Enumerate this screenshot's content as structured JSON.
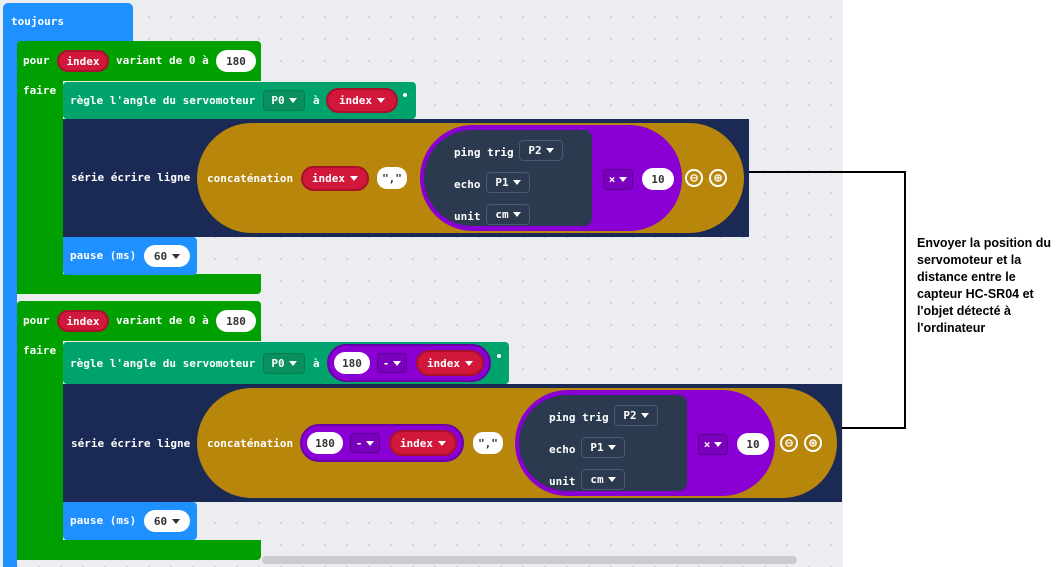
{
  "forever": {
    "label": "toujours"
  },
  "loops": [
    {
      "for_label": "pour",
      "var": "index",
      "range_label": "variant de 0 à",
      "max": "180",
      "do_label": "faire",
      "servo": {
        "label": "règle l'angle du servomoteur",
        "pin": "P0",
        "to_label": "à",
        "value_var": "index"
      },
      "serial": {
        "label": "série écrire ligne",
        "concat_label": "concaténation",
        "item_var": "index",
        "separator": "\",\"",
        "ping": {
          "trig_label": "ping trig",
          "trig_pin": "P2",
          "echo_label": "echo",
          "echo_pin": "P1",
          "unit_label": "unit",
          "unit": "cm"
        },
        "op": "×",
        "factor": "10"
      },
      "pause": {
        "label": "pause (ms)",
        "value": "60"
      }
    },
    {
      "for_label": "pour",
      "var": "index",
      "range_label": "variant de 0 à",
      "max": "180",
      "do_label": "faire",
      "servo": {
        "label": "règle l'angle du servomoteur",
        "pin": "P0",
        "to_label": "à",
        "expr_left": "180",
        "expr_op": "-",
        "expr_var": "index"
      },
      "serial": {
        "label": "série écrire ligne",
        "concat_label": "concaténation",
        "expr_left": "180",
        "expr_op": "-",
        "expr_var": "index",
        "separator": "\",\"",
        "ping": {
          "trig_label": "ping trig",
          "trig_pin": "P2",
          "echo_label": "echo",
          "echo_pin": "P1",
          "unit_label": "unit",
          "unit": "cm"
        },
        "op": "×",
        "factor": "10"
      },
      "pause": {
        "label": "pause (ms)",
        "value": "60"
      }
    }
  ],
  "buttons": {
    "minus": "⊖",
    "plus": "⊕"
  },
  "annotation": "Envoyer la position du servomoteur et la distance entre le capteur HC-SR04 et l'objet détecté à l'ordinateur"
}
